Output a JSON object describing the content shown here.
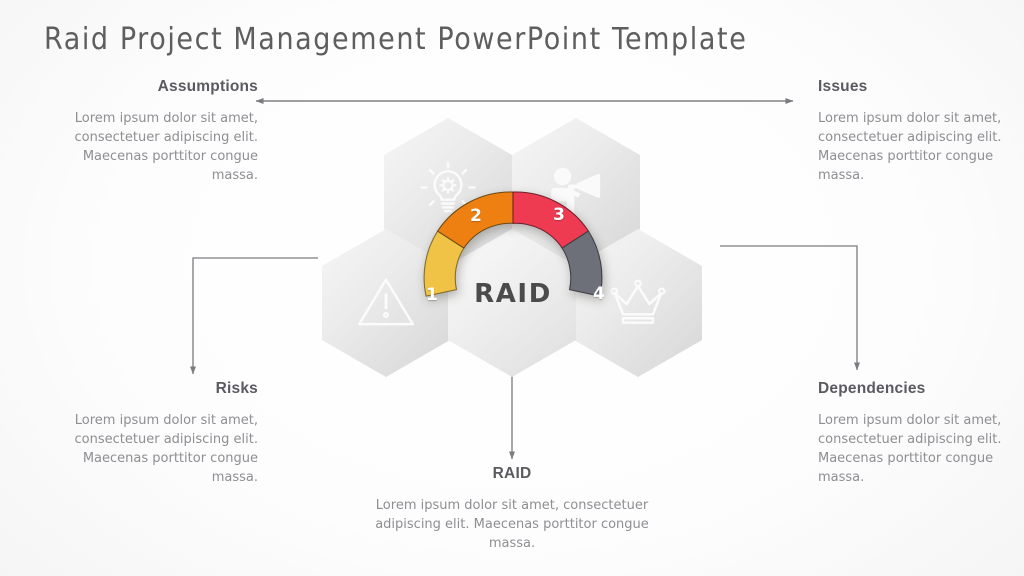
{
  "slide": {
    "title": "Raid Project Management PowerPoint Template"
  },
  "center": {
    "label": "RAID"
  },
  "arc": {
    "segments": [
      {
        "number": "1",
        "color": "#F0C246",
        "name": "risks"
      },
      {
        "number": "2",
        "color": "#EE7F11",
        "name": "assumptions"
      },
      {
        "number": "3",
        "color": "#EE3B51",
        "name": "issues"
      },
      {
        "number": "4",
        "color": "#6D7079",
        "name": "dependencies"
      }
    ]
  },
  "blocks": {
    "assumptions": {
      "heading": "Assumptions",
      "body": "Lorem ipsum dolor sit amet, consectetuer adipiscing elit. Maecenas porttitor congue massa.",
      "icon": "lightbulb-gear-icon"
    },
    "issues": {
      "heading": "Issues",
      "body": "Lorem ipsum dolor sit amet, consectetuer adipiscing elit. Maecenas porttitor congue massa.",
      "icon": "person-megaphone-icon"
    },
    "risks": {
      "heading": "Risks",
      "body": "Lorem ipsum dolor sit amet, consectetuer adipiscing elit. Maecenas porttitor congue massa.",
      "icon": "warning-triangle-icon"
    },
    "dependencies": {
      "heading": "Dependencies",
      "body": "Lorem ipsum dolor sit amet, consectetuer adipiscing elit. Maecenas porttitor congue massa.",
      "icon": "crown-icon"
    },
    "raid": {
      "heading": "RAID",
      "body": "Lorem ipsum dolor sit amet, consectetuer adipiscing elit. Maecenas porttitor congue massa.",
      "icon": "hexagon-icon"
    }
  },
  "colors": {
    "title_text": "#5e5e5e",
    "heading_text": "#5a5a60",
    "body_text": "#8e8e93",
    "connector": "#7b7b80",
    "hex_fill": "#e9e9e9",
    "center_label": "#4b4b4b"
  }
}
